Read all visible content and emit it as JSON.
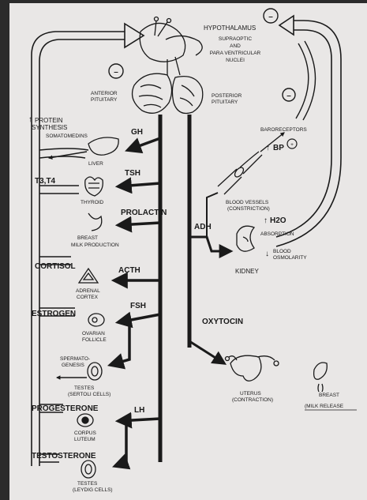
{
  "labels": {
    "hypothalamus": "HYPOTHALAMUS",
    "supraoptic_1": "SUPRAOPTIC",
    "supraoptic_2": "AND",
    "supraoptic_3": "PARA VENTRICULAR",
    "supraoptic_4": "NUCLEI",
    "anterior_1": "ANTERIOR",
    "anterior_2": "PITUITARY",
    "posterior_1": "POSTERIOR",
    "posterior_2": "PITUITARY",
    "protein_1": "PROTEIN",
    "protein_2": "SYNTHESIS",
    "somatomedins": "SOMATOMEDINS",
    "gh": "GH",
    "liver": "LIVER",
    "t3t4": "T3,T4",
    "tsh": "TSH",
    "thyroid": "THYROID",
    "prolactin": "PROLACTIN",
    "breast_milk_1": "BREAST",
    "breast_milk_2": "MILK PRODUCTION",
    "cortisol": "CORTISOL",
    "acth": "ACTH",
    "adrenal_1": "ADRENAL",
    "adrenal_2": "CORTEX",
    "estrogen": "ESTROGEN",
    "fsh": "FSH",
    "ovarian_1": "OVARIAN",
    "ovarian_2": "FOLLICLE",
    "spermato_1": "SPERMATO-",
    "spermato_2": "GENESIS",
    "testes_sertoli_1": "TESTES",
    "testes_sertoli_2": "(SERTOLI CELLS)",
    "progesterone": "PROGESTERONE",
    "lh": "LH",
    "corpus_1": "CORPUS",
    "corpus_2": "LUTEUM",
    "testosterone": "TESTOSTERONE",
    "testes_leydig_1": "TESTES",
    "testes_leydig_2": "(LEYDIG CELLS)",
    "baroreceptors": "BARORECEPTORS",
    "bp": "BP",
    "plus": "+",
    "blood_vessels_1": "BLOOD VESSELS",
    "blood_vessels_2": "(CONSTRICTION)",
    "adh": "ADH",
    "h2o": "H2O",
    "absorption": "ABSORPTION",
    "blood_osm_1": "BLOOD",
    "blood_osm_2": "OSMOLARITY",
    "kidney": "KIDNEY",
    "oxytocin": "OXYTOCIN",
    "uterus_1": "UTERUS",
    "uterus_2": "(CONTRACTION)",
    "breast_release_1": "BREAST",
    "breast_release_2": "(MILK RELEASE"
  },
  "symbols": {
    "minus": "–",
    "up_arrow": "↑",
    "down_arrow": "↓"
  },
  "colors": {
    "ink": "#1a1a1a",
    "paper": "#e9e7e6",
    "background": "#2b2b2b"
  }
}
